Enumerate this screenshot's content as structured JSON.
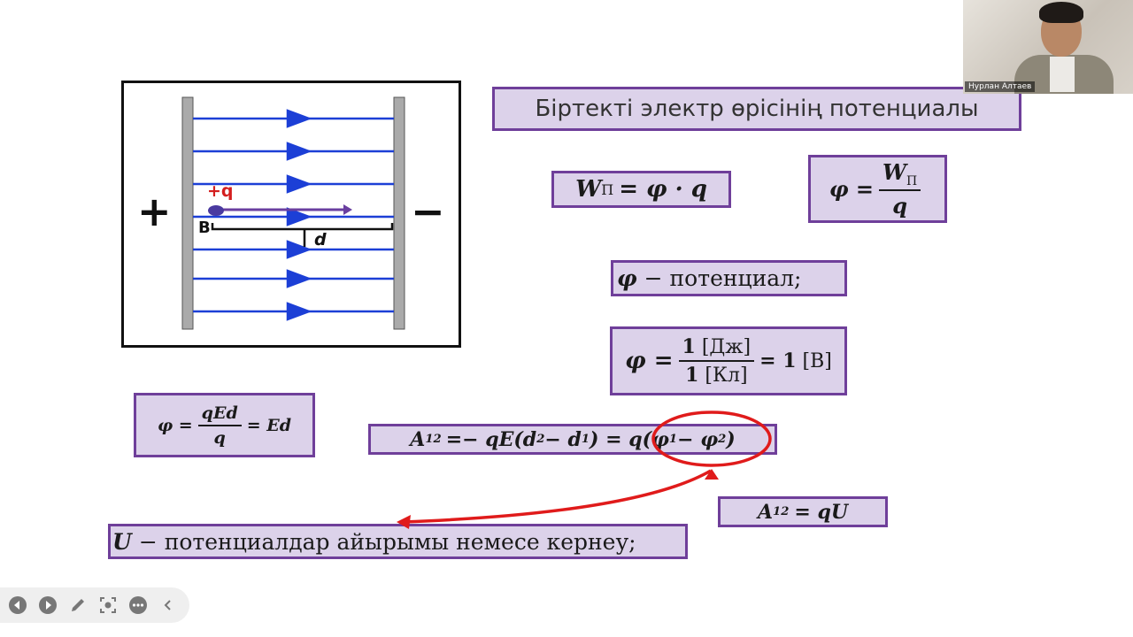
{
  "slide": {
    "title": "Біртекті электр өрісінің потенциалы",
    "diagram": {
      "plus": "+",
      "minus": "−",
      "charge_label": "+q",
      "point_label": "B",
      "distance_label": "d"
    },
    "formulas": {
      "wp": {
        "lhs": "W",
        "sub": "П",
        "rhs": "= φ · q"
      },
      "phi_frac": {
        "lhs": "φ =",
        "num": "W",
        "num_sub": "П",
        "den": "q"
      },
      "phi_def": {
        "sym": "φ",
        "text": "− потенциал;"
      },
      "phi_unit": {
        "lhs": "φ =",
        "num_b": "1",
        "num": "[Дж]",
        "den_b": "1",
        "den": "[Кл]",
        "rhs_b": "= 1",
        "rhs": "[В]"
      },
      "phi_ed": {
        "lhs": "φ =",
        "num": "qEd",
        "den": "q",
        "rhs": "= Ed"
      },
      "work": {
        "a": "A",
        "a_sub": "12",
        "mid": "=− qE(d",
        "d2": "2",
        "minus": " − d",
        "d1": "1",
        "eq": ") = q",
        "phi_part": "(φ",
        "p1": "1",
        "pm": " − φ",
        "p2": "2",
        "close": ")"
      },
      "work_u": {
        "a": "A",
        "a_sub": "12",
        "rhs": "= qU"
      },
      "u_def": {
        "sym": "U",
        "text": "− потенциалдар айырымы немесе кернеу;"
      }
    }
  },
  "video": {
    "participant_name": "Нурлан Алтаев"
  },
  "toolbar": {
    "buttons": [
      "previous-icon",
      "next-icon",
      "pen-icon",
      "screen-capture-icon",
      "more-icon",
      "collapse-icon"
    ]
  },
  "colors": {
    "box_fill": "#dcd2ea",
    "box_border": "#6f3f9a",
    "field_line": "#1c3fd6",
    "highlight": "#e01b1b"
  }
}
